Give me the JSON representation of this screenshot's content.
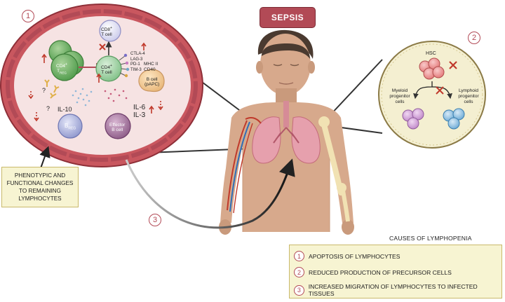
{
  "title": "SEPSIS",
  "panel1": {
    "number": "1",
    "cd8_label": "CD8",
    "cd8_sup": "+",
    "cd8_line2": "T cell",
    "treg_label": "CD4",
    "treg_sup": "+",
    "treg_line2": "T",
    "treg_sub": "REG",
    "cd4_label": "CD4",
    "cd4_sup": "+",
    "cd4_line2": "T cell",
    "checkpoints": [
      "CTLA-4",
      "LAG-3",
      "PD-1",
      "TIM-3"
    ],
    "mhc_label": "MHC II",
    "cd40_label": "CD40",
    "bcell_label": "B cell",
    "bcell_line2": "(pAPC)",
    "q1": "?",
    "q2": "?",
    "il10_label": "IL-10",
    "breg_label": "B",
    "breg_sub": "REG",
    "effector_label": "Effector",
    "effector_line2": "B cell",
    "il6_label": "IL-6",
    "il3_label": "IL-3"
  },
  "panel2": {
    "number": "2",
    "hsc_label": "HSC",
    "myeloid_label": "Myeloid progenitor cells",
    "lymphoid_label": "Lymphoid progenitor cells"
  },
  "phenotypic_box": "PHENOTYPIC AND FUNCTIONAL CHANGES TO REMAINING LYMPHOCYTES",
  "arrow3_number": "3",
  "legend": {
    "title": "CAUSES OF LYMPHOPENIA",
    "items": [
      {
        "number": "1",
        "text": "APOPTOSIS OF LYMPHOCYTES"
      },
      {
        "number": "2",
        "text": "REDUCED PRODUCTION OF PRECURSOR CELLS"
      },
      {
        "number": "3",
        "text": "INCREASED MIGRATION OF LYMPHOCYTES TO INFECTED TISSUES"
      }
    ]
  },
  "colors": {
    "accent": "#b24a56",
    "vessel_wall": "#c9575f",
    "vessel_inner": "#f6e3e3",
    "box_fill": "#f7f4d2",
    "box_border": "#c9b96b",
    "skin": "#d7a98c"
  }
}
